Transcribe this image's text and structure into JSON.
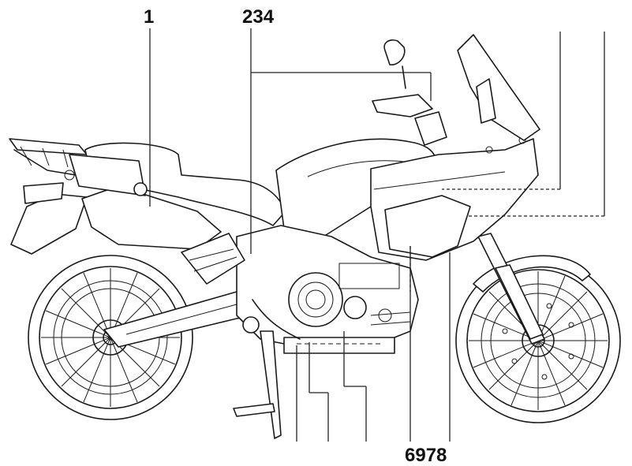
{
  "labels": {
    "top_left": "1",
    "top_mid": "234",
    "bottom": "6978"
  },
  "colors": {
    "ink": "#1a1a1a",
    "background": "#ffffff"
  }
}
